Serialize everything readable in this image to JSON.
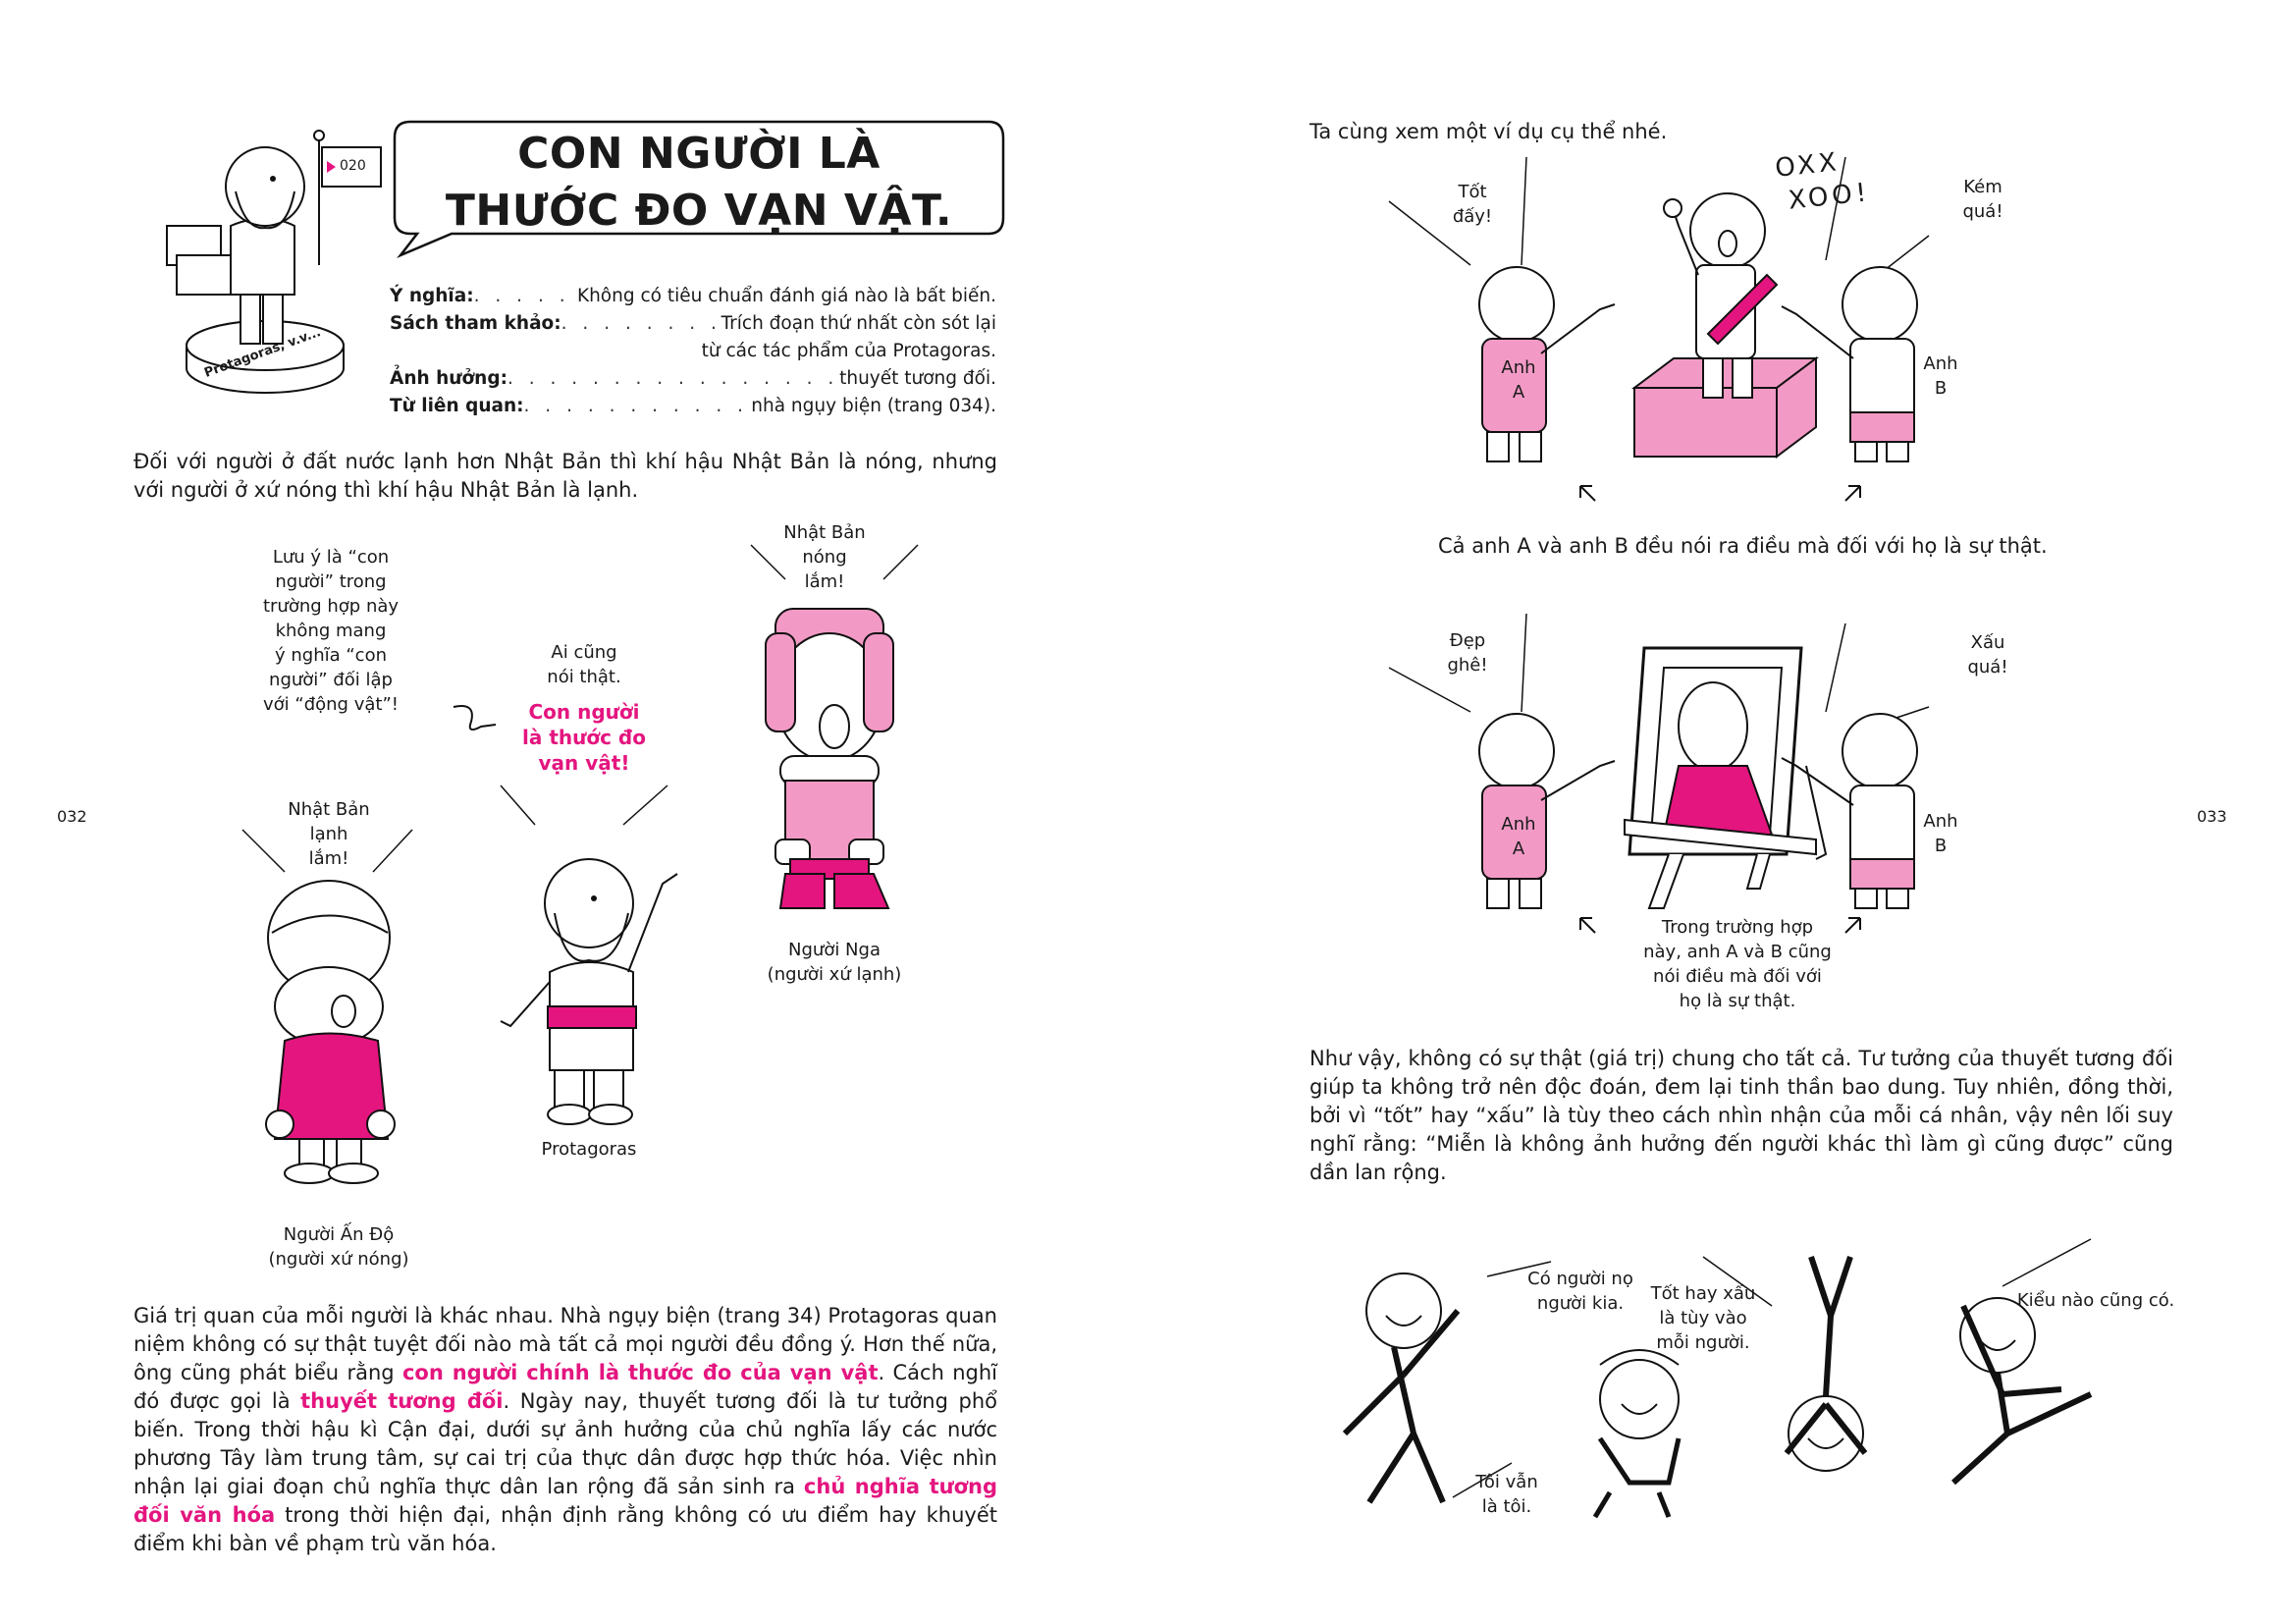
{
  "left_page": {
    "page_number": "032",
    "title_line1": "CON NGƯỜI LÀ",
    "title_line2": "THƯỚC ĐO VẠN VẬT.",
    "badge": "020",
    "statue_label": "Protagoras, v.v...",
    "meta": {
      "meaning_label": "Ý nghĩa:",
      "meaning_value": "Không có tiêu chuẩn đánh giá nào là bất biến.",
      "reference_label": "Sách tham khảo:",
      "reference_value_1": "Trích đoạn thứ nhất còn sót lại",
      "reference_value_2": "từ các tác phẩm của Protagoras.",
      "influence_label": "Ảnh hưởng:",
      "influence_value": "thuyết tương đối.",
      "related_label": "Từ liên quan:",
      "related_value": "nhà ngụy biện (trang 034)."
    },
    "intro": "Đối với người ở đất nước lạnh hơn Nhật Bản thì khí hậu Nhật Bản là nóng, nhưng với người ở xứ nóng thì khí hậu Nhật Bản là lạnh.",
    "note": [
      "Lưu ý là “con",
      "người” trong",
      "trường hợp này",
      "không mang",
      "ý nghĩa “con",
      "người” đối lập",
      "với “động vật”!"
    ],
    "speech_all_true": [
      "Ai cũng",
      "nói thật."
    ],
    "speech_measure": [
      "Con người",
      "là thước đo",
      "vạn vật!"
    ],
    "speech_russian": [
      "Nhật Bản",
      "nóng",
      "lắm!"
    ],
    "speech_indian": [
      "Nhật Bản",
      "lạnh",
      "lắm!"
    ],
    "caption_russian": [
      "Người Nga",
      "(người xứ lạnh)"
    ],
    "caption_protagoras": "Protagoras",
    "caption_indian": [
      "Người Ấn Độ",
      "(người xứ nóng)"
    ],
    "paragraph": {
      "p1": "Giá trị quan của mỗi người là khác nhau. Nhà ngụy biện (trang 34) Protagoras quan niệm không có sự thật tuyệt đối nào mà tất cả mọi người đều đồng ý. Hơn thế nữa, ông cũng phát biểu rằng ",
      "h1": "con người chính là thước đo của vạn vật",
      "p2": ". Cách nghĩ đó được gọi là ",
      "h2": "thuyết tương đối",
      "p3": ". Ngày nay, thuyết tương đối là tư tưởng phổ biến. Trong thời hậu kì Cận đại, dưới sự ảnh hưởng của chủ nghĩa lấy các nước phương Tây làm trung tâm, sự cai trị của thực dân được hợp thức hóa. Việc nhìn nhận lại giai đoạn chủ nghĩa thực dân lan rộng đã sản sinh ra ",
      "h3": "chủ nghĩa tương đối văn hóa",
      "p4": " trong thời hiện đại, nhận định rằng không có ưu điểm hay khuyết điểm khi bàn về phạm trù văn hóa."
    }
  },
  "right_page": {
    "page_number": "033",
    "intro": "Ta cùng xem một ví dụ cụ thể nhé.",
    "speech_good": [
      "Tốt",
      "đấy!"
    ],
    "speech_bad": [
      "Kém",
      "quá!"
    ],
    "scribble": [
      "OXX",
      "XOO!"
    ],
    "label_a": [
      "Anh",
      "A"
    ],
    "label_b": [
      "Anh",
      "B"
    ],
    "caption_1": "Cả anh A và anh B đều nói ra điều mà đối với họ là sự thật.",
    "speech_beautiful": [
      "Đẹp",
      "ghê!"
    ],
    "speech_ugly": [
      "Xấu",
      "quá!"
    ],
    "caption_2": [
      "Trong trường hợp",
      "này, anh A và B cũng",
      "nói điều mà đối với",
      "họ là sự thật."
    ],
    "paragraph": "Như vậy, không có sự thật (giá trị) chung cho tất cả. Tư tưởng của thuyết tương đối giúp ta không trở nên độc đoán, đem lại tinh thần bao dung. Tuy nhiên, đồng thời, bởi vì “tốt” hay “xấu” là tùy theo cách nhìn nhận của mỗi cá nhân, vậy nên lối suy nghĩ rằng: “Miễn là không ảnh hưởng đến người khác thì làm gì cũng được” cũng dần lan rộng.",
    "bubble_1": [
      "Có người nọ",
      "người kia."
    ],
    "bubble_2": [
      "Tốt hay xấu",
      "là tùy vào",
      "mỗi người."
    ],
    "bubble_3": "Kiểu nào cũng có.",
    "bubble_4": [
      "Tôi vẫn",
      "là tôi."
    ]
  },
  "colors": {
    "accent": "#e4157f",
    "light_pink": "#f29ac5"
  }
}
